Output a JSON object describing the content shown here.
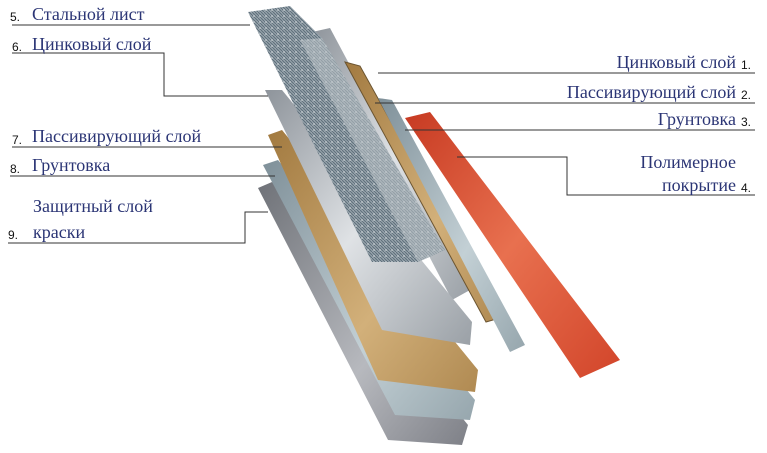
{
  "left_labels": [
    {
      "num": "5.",
      "text": "Стальной лист"
    },
    {
      "num": "6.",
      "text": "Цинковый слой"
    },
    {
      "num": "7.",
      "text": "Пассивирующий слой"
    },
    {
      "num": "8.",
      "text": "Грунтовка"
    },
    {
      "num": "9.",
      "text": "Защитный слой",
      "text2": "краски"
    }
  ],
  "right_labels": [
    {
      "num": "1.",
      "text": "Цинковый слой"
    },
    {
      "num": "2.",
      "text": "Пассивирующий слой"
    },
    {
      "num": "3.",
      "text": "Грунтовка"
    },
    {
      "num": "4.",
      "text": "Полимерное",
      "text2": "покрытие"
    }
  ],
  "colors": {
    "label": "#2b3575",
    "steel": "#8a9aa6",
    "zinc": "#b4b9bf",
    "passivating": "#b8925a",
    "primer": "#9fb0b8",
    "polymer": "#d9492d",
    "paint": "#8d8f96"
  }
}
